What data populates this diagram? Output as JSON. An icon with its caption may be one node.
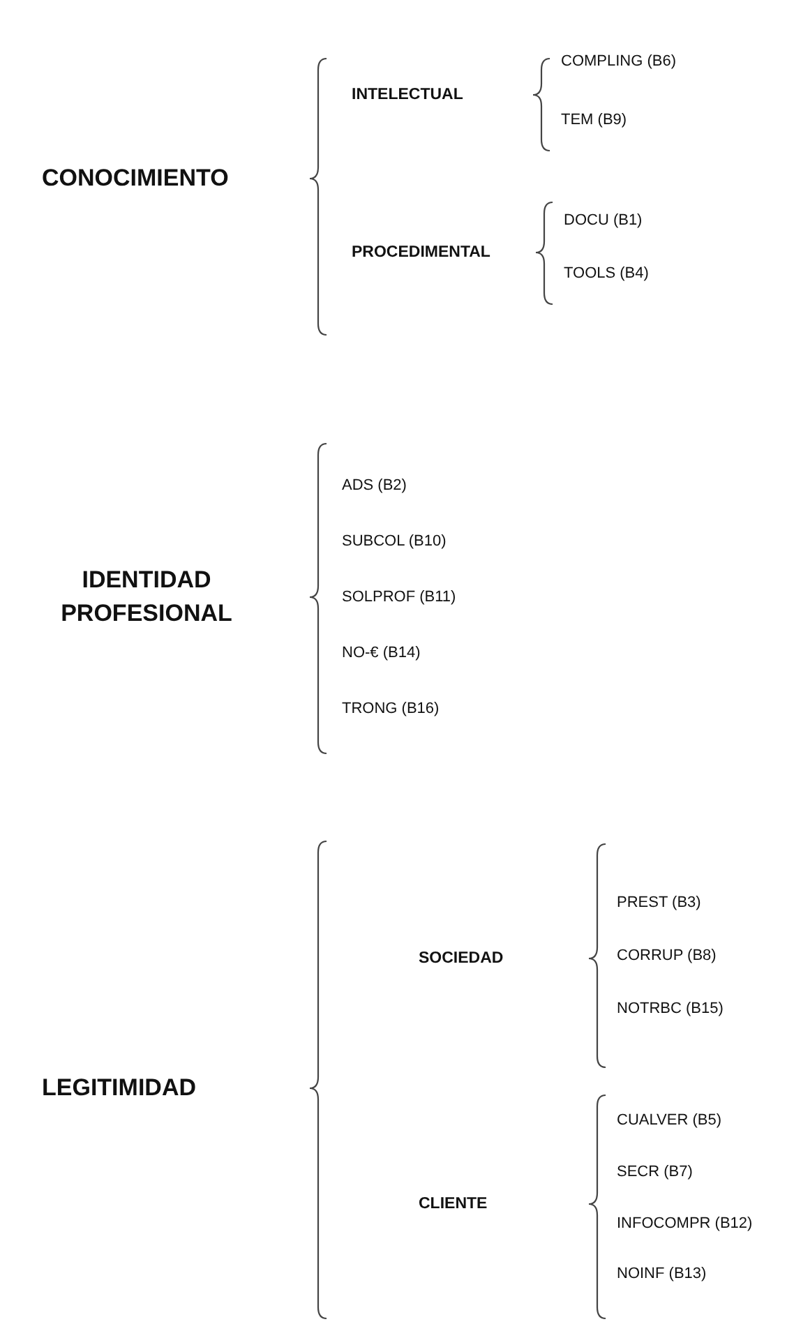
{
  "diagram": {
    "labels": [
      "CONOCIMIENTO",
      "INTELECTUAL",
      "COMPLING (B6)",
      "TEM (B9)",
      "PROCEDIMENTAL",
      "DOCU (B1)",
      "TOOLS (B4)",
      "IDENTIDAD PROFESIONAL",
      "ADS (B2)",
      "SUBCOL (B10)",
      "SOLPROF (B11)",
      "NO-€ (B14)",
      "TRONG (B16)",
      "LEGITIMIDAD",
      "SOCIEDAD",
      "PREST (B3)",
      "CORRUP (B8)",
      "NOTRBC (B15)",
      "CLIENTE",
      "CUALVER (B5)",
      "SECR (B7)",
      "INFOCOMPR (B12)",
      "NOINF (B13)"
    ]
  }
}
